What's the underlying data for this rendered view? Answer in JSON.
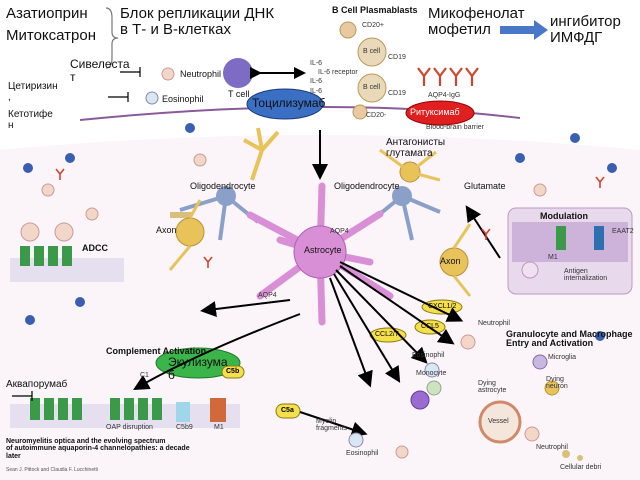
{
  "drugs": {
    "azathioprine": "Азатиоприн",
    "mitoxantrone": "Митоксатрон",
    "dna_block": "Блок репликации ДНК\nв Т- и В-клетках",
    "mycophenolate": "Микофенолат\nмофетил",
    "impdh_inhibitor": "ингибитор\nИМФДГ",
    "sivelestat": "Сивелеста\nт",
    "cetirizine": "Цетиризин\n,",
    "ketotifen": "Кетотифе\nн",
    "tocilizumab": "Тоцилизумаб",
    "rituximab": "Ритуксимаб",
    "glutamate_antagonists": "Антагонисты\nглутамата",
    "eculizumab": "Экулизума\nб",
    "aquaporumab": "Аквапорумаб"
  },
  "labels": {
    "b_cell_plasmablasts": "B Cell Plasmablasts",
    "cd20_plus": "CD20+",
    "cd19_a": "CD19",
    "cd19_b": "CD19",
    "cd20_minus": "CD20-",
    "b_cell_a": "B cell",
    "b_cell_b": "B cell",
    "t_cell": "T cell",
    "il6_a": "IL-6",
    "il6_b": "IL-6",
    "il6_c": "IL-6",
    "il6_receptor": "IL-6 receptor",
    "aqp4_igg": "AQP4-IgG",
    "bbb": "Blood-brain barrier",
    "neutrophil": "Neutrophil",
    "eosinophil": "Eosinophil",
    "oligodendrocyte_a": "Oligodendrocyte",
    "oligodendrocyte_b": "Oligodendrocyte",
    "glutamate": "Glutamate",
    "axon_a": "Axon",
    "axon_b": "Axon",
    "astrocyte": "Astrocyte",
    "aqp4_a": "AQP4",
    "aqp4_b": "AQP4",
    "adcc": "ADCC",
    "modulation": "Modulation",
    "eaat2": "EAAT2",
    "m1": "M1",
    "antigen_internalization": "Antigen\ninternalization",
    "cxcl12": "CXCL1/2",
    "ccl27": "CCL2/7",
    "ccl5": "CCL5",
    "neutrophil_b": "Neutrophil",
    "eosinophil_b": "Eosinophil",
    "monocyte": "Monocyte",
    "granulocyte": "Granulocyte and Macrophage\nEntry and Activation",
    "microglia": "Microglia",
    "dying_neuron": "Dying\nneuron",
    "dying_astrocyte": "Dying\nastrocyte",
    "vessel": "Vessel",
    "complement_activation": "Complement Activation",
    "c1": "C1",
    "c5b": "C5b",
    "c5a": "C5a",
    "oap_disruption": "OAP disruption",
    "c5b9": "C5b9",
    "m1_b": "M1",
    "myelin_fragments": "Myelin\nfragments",
    "eosinophil_c": "Eosinophil",
    "neutrophil_c": "Neutrophil",
    "cellular_debris": "Cellular debri",
    "citation_title": "Neuromyelitis optica and the evolving spectrum\nof autoimmune aquaporin-4 channelopathies: a decade\nlater",
    "citation_authors": "Sean J. Pittock and Claudia F. Lucchinetti"
  },
  "colors": {
    "tocilizumab_fill": "#3a6fc4",
    "rituximab_fill": "#e02020",
    "eculizumab_fill": "#3bb54a",
    "astrocyte": "#d98fd6",
    "aqp4_channel": "#3b9a4a",
    "oligodendrocyte": "#8aa0c8",
    "axon": "#e8c35a",
    "badge": "#f4e04d",
    "dna_arrow": "#4a78c8"
  }
}
